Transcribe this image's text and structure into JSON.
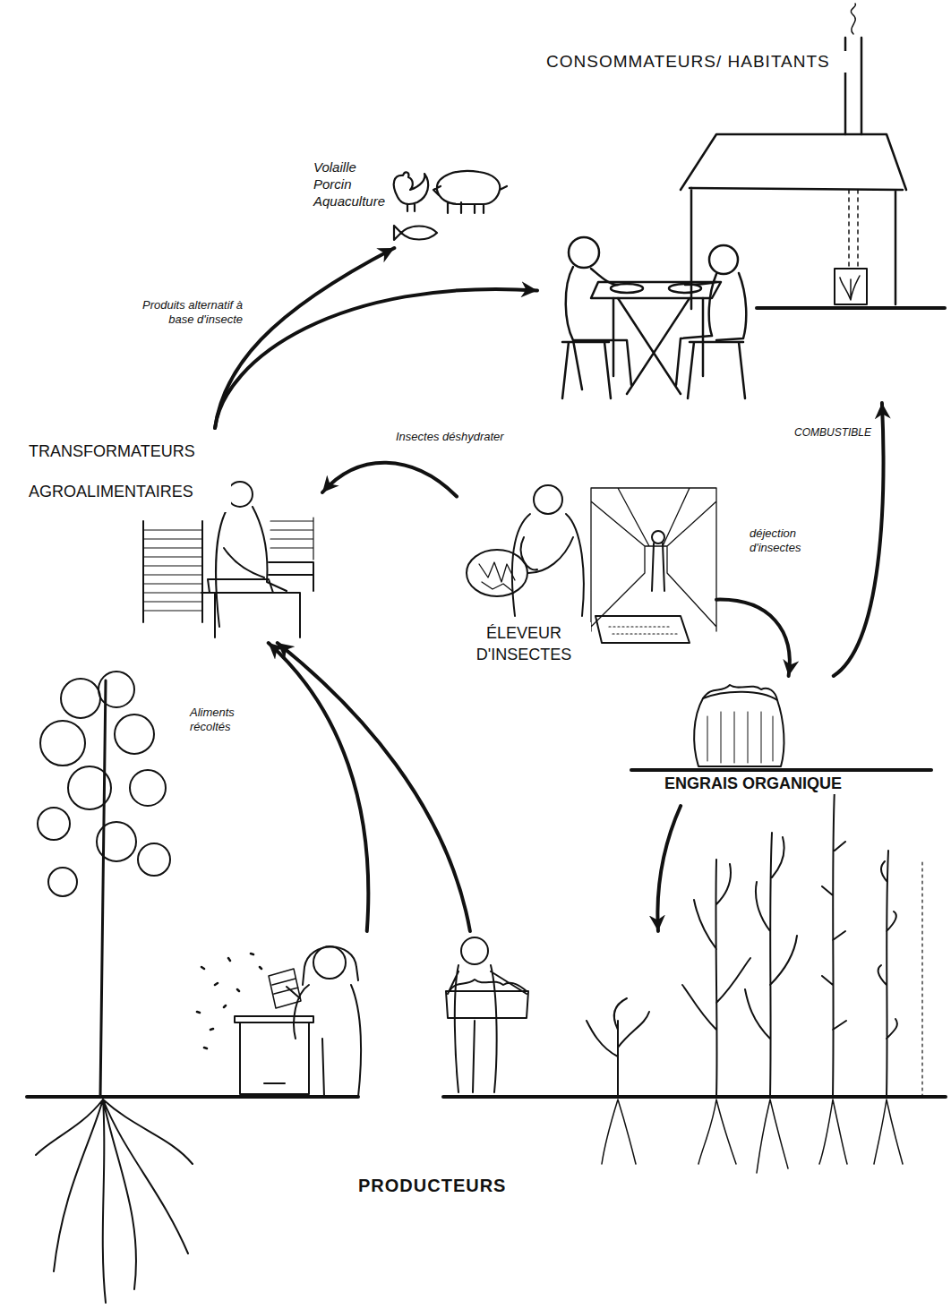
{
  "diagram": {
    "nodes": [
      {
        "text": [
          "CONSOMMATEURS/ HABITANTS"
        ]
      },
      {
        "text": [
          "Volaille Porcin Aquaculture"
        ]
      },
      {
        "text": [
          "TRANSFORMATEURS AGROALIMENTAIRES"
        ]
      },
      {
        "text": [
          "ÉLEVEUR D'INSECTES"
        ]
      },
      {
        "text": [
          "ENGRAIS ORGANIQUE"
        ]
      },
      {
        "text": [
          "PRODUCTEURS"
        ]
      }
    ],
    "edges": [
      {
        "from": 2,
        "to": 1,
        "label": "Produits alternatif à base d'insecte",
        "arrow": "to"
      },
      {
        "from": 2,
        "to": 0,
        "arrow": "to"
      },
      {
        "from": 3,
        "to": 2,
        "label": "Insectes déshydrater",
        "arrow": "to"
      },
      {
        "from": 3,
        "to": 4,
        "label": "déjection d'insectes",
        "arrow": "to"
      },
      {
        "from": 4,
        "to": 0,
        "label": "COMBUSTIBLE",
        "arrow": "to"
      },
      {
        "from": 4,
        "to": 5,
        "arrow": "to"
      },
      {
        "from": 5,
        "to": 2,
        "arrow": "to"
      },
      {
        "from": 5,
        "to": 2,
        "label": "Aliments récoltés",
        "arrow": "to"
      }
    ]
  }
}
